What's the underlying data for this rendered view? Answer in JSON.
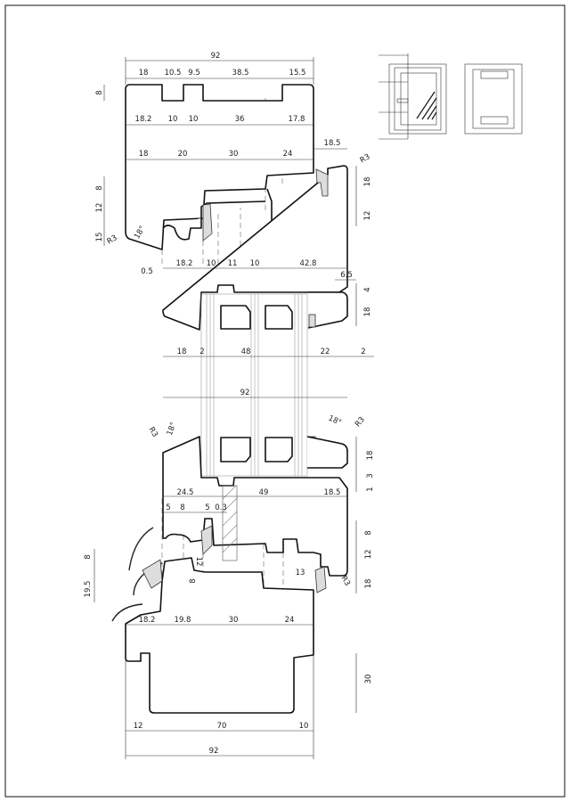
{
  "drawing": {
    "title_dims": {
      "top": [
        "92",
        "18",
        "10.5",
        "9.5",
        "38.5",
        "15.5",
        "8",
        "18.2",
        "10",
        "10",
        "36",
        "17.8",
        "18.5",
        "18",
        "20",
        "30",
        "24",
        "R3",
        "8",
        "12",
        "15",
        "18",
        "12",
        "R3",
        "18°",
        "0.5",
        "18.2",
        "10",
        "11",
        "10",
        "42.8",
        "6.5",
        "4",
        "18"
      ],
      "glass": [
        "18",
        "2",
        "48",
        "22",
        "2",
        "92",
        "R3",
        "18°",
        "18°",
        "R3",
        "18",
        "3",
        "1"
      ],
      "bottom": [
        "24.5",
        "49",
        "18.5",
        "5",
        "8",
        "5",
        "0.3",
        "8",
        "12",
        "18",
        "8",
        "19.5",
        "12",
        "8",
        "13",
        "R3",
        "18.2",
        "19.8",
        "30",
        "24",
        "30",
        "12",
        "70",
        "10",
        "92"
      ]
    }
  }
}
